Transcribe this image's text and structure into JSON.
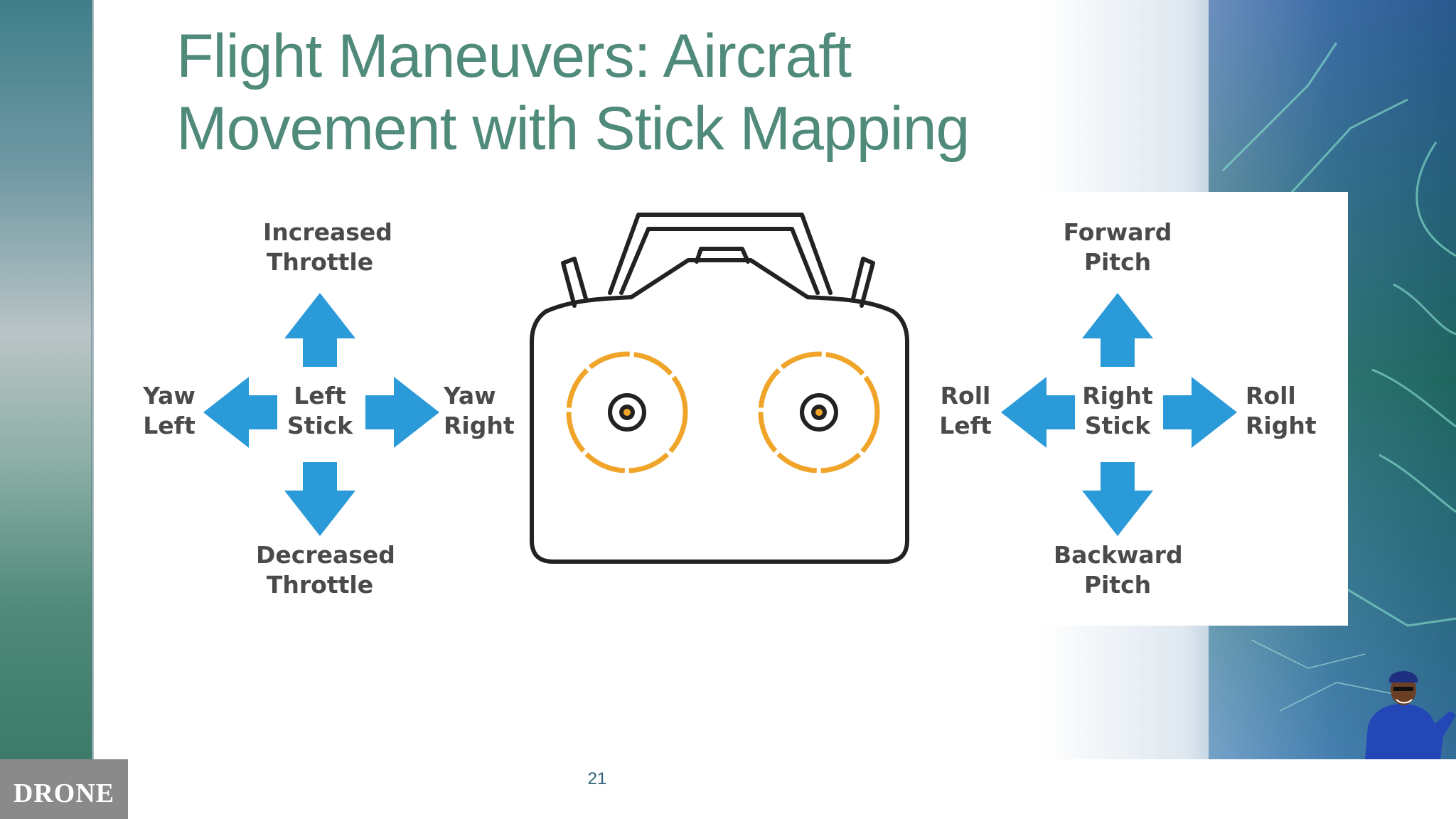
{
  "slide": {
    "title_line1": "Flight Maneuvers: Aircraft",
    "title_line2": "Movement with Stick Mapping",
    "page_number": "21",
    "logo_text": "DRONE"
  },
  "diagram": {
    "left_stick": {
      "center": [
        "Left",
        "Stick"
      ],
      "up": [
        "Increased",
        "Throttle"
      ],
      "down": [
        "Decreased",
        "Throttle"
      ],
      "left": [
        "Yaw",
        "Left"
      ],
      "right": [
        "Yaw",
        "Right"
      ]
    },
    "right_stick": {
      "center": [
        "Right",
        "Stick"
      ],
      "up": [
        "Forward",
        "Pitch"
      ],
      "down": [
        "Backward",
        "Pitch"
      ],
      "left": [
        "Roll",
        "Left"
      ],
      "right": [
        "Roll",
        "Right"
      ]
    }
  },
  "colors": {
    "title": "#4f8a7a",
    "arrow": "#2a9ad8",
    "stick_ring": "#f0a52a",
    "controller_outline": "#222222"
  },
  "icons": [
    "arrow-up-icon",
    "arrow-down-icon",
    "arrow-left-icon",
    "arrow-right-icon",
    "remote-controller-icon"
  ]
}
